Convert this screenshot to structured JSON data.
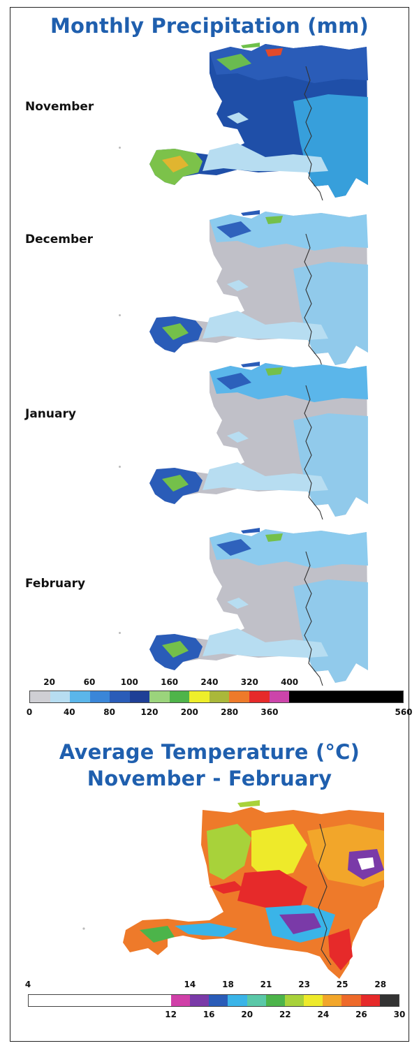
{
  "precip": {
    "title": "Monthly Precipitation (mm)",
    "months": [
      {
        "label": "November",
        "main": "#2a5cb8",
        "land": "#1f4fa8",
        "mid": "#3aa7e0",
        "dry": "#b7ddf1",
        "west": "#7cc24a",
        "west_core": "#e0b530",
        "north": "#6ec04a",
        "north_accent": "#e24a2a"
      },
      {
        "label": "December",
        "main": "#8ccbee",
        "land": "#c0c0c8",
        "mid": "#8ccbee",
        "dry": "#b7ddf1",
        "west": "#2a5cb8",
        "west_core": "#74c04a",
        "north": "#2a5cb8",
        "north_accent": "#74c04a"
      },
      {
        "label": "January",
        "main": "#5bb6ea",
        "land": "#c0c0c8",
        "mid": "#8ccbee",
        "dry": "#b7ddf1",
        "west": "#2a5cb8",
        "west_core": "#74c04a",
        "north": "#2a5cb8",
        "north_accent": "#74c04a"
      },
      {
        "label": "February",
        "main": "#8ccbee",
        "land": "#c0c0c8",
        "mid": "#8ccbee",
        "dry": "#b7ddf1",
        "west": "#2a5cb8",
        "west_core": "#74c04a",
        "north": "#2a5cb8",
        "north_accent": "#74c04a"
      }
    ],
    "legend": {
      "top_labels": [
        "20",
        "60",
        "100",
        "160",
        "240",
        "320",
        "400"
      ],
      "bottom_labels": [
        "0",
        "40",
        "80",
        "120",
        "200",
        "280",
        "360",
        "560"
      ],
      "bins": [
        {
          "from": 0,
          "to": 20,
          "color": "#cfcfd4"
        },
        {
          "from": 20,
          "to": 40,
          "color": "#b7ddf1"
        },
        {
          "from": 40,
          "to": 60,
          "color": "#5bb6ea"
        },
        {
          "from": 60,
          "to": 80,
          "color": "#3a86d8"
        },
        {
          "from": 80,
          "to": 100,
          "color": "#2a5cb8"
        },
        {
          "from": 100,
          "to": 120,
          "color": "#1f3f96"
        },
        {
          "from": 120,
          "to": 160,
          "color": "#9bd47c"
        },
        {
          "from": 160,
          "to": 200,
          "color": "#4fb44a"
        },
        {
          "from": 200,
          "to": 240,
          "color": "#eeee2a"
        },
        {
          "from": 240,
          "to": 280,
          "color": "#aab83a"
        },
        {
          "from": 280,
          "to": 320,
          "color": "#ee7a2a"
        },
        {
          "from": 320,
          "to": 360,
          "color": "#e62a2a"
        },
        {
          "from": 360,
          "to": 400,
          "color": "#cc44aa"
        },
        {
          "from": 400,
          "to": 560,
          "color": "#000000"
        }
      ]
    }
  },
  "temp": {
    "title_line1": "Average Temperature (°C)",
    "title_line2": "November - February",
    "legend": {
      "top_labels": [
        "4",
        "14",
        "18",
        "21",
        "23",
        "25",
        "28"
      ],
      "bottom_labels": [
        "12",
        "16",
        "20",
        "22",
        "24",
        "26",
        "30"
      ],
      "bins": [
        {
          "from": 4,
          "to": 12,
          "color": "#ffffff"
        },
        {
          "from": 12,
          "to": 14,
          "color": "#d040a8"
        },
        {
          "from": 14,
          "to": 16,
          "color": "#7a3aa8"
        },
        {
          "from": 16,
          "to": 18,
          "color": "#2a5cb8"
        },
        {
          "from": 18,
          "to": 20,
          "color": "#3ab4e8"
        },
        {
          "from": 20,
          "to": 21,
          "color": "#5ac8a8"
        },
        {
          "from": 21,
          "to": 22,
          "color": "#4cb44a"
        },
        {
          "from": 22,
          "to": 23,
          "color": "#a8d23a"
        },
        {
          "from": 23,
          "to": 24,
          "color": "#eeea2a"
        },
        {
          "from": 24,
          "to": 25,
          "color": "#f2a62a"
        },
        {
          "from": 25,
          "to": 26,
          "color": "#ee6a2a"
        },
        {
          "from": 26,
          "to": 28,
          "color": "#e62a2a"
        },
        {
          "from": 28,
          "to": 30,
          "color": "#333333"
        }
      ]
    }
  }
}
